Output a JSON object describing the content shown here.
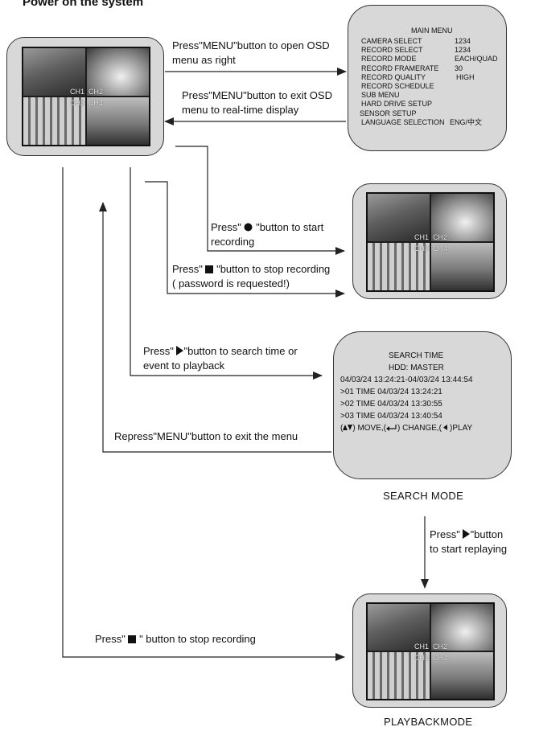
{
  "heading": "Power on the system",
  "monitors": {
    "ch_labels": [
      "CH1",
      "CH2",
      "CH3",
      "CH4"
    ]
  },
  "main_menu": {
    "title": "MAIN MENU",
    "rows": [
      {
        "label": "CAMERA SELECT",
        "value": "1234"
      },
      {
        "label": "RECORD SELECT",
        "value": "1234"
      },
      {
        "label": "RECORD MODE",
        "value": "EACH/QUAD"
      },
      {
        "label": "RECORD FRAMERATE",
        "value": "30"
      },
      {
        "label": "RECORD QUALITY",
        "value": "HIGH"
      },
      {
        "label": "RECORD SCHEDULE",
        "value": ""
      },
      {
        "label": "SUB MENU",
        "value": ""
      },
      {
        "label": "HARD DRIVE SETUP",
        "value": ""
      },
      {
        "label": "SENSOR SETUP",
        "value": ""
      },
      {
        "label": "LANGUAGE SELECTION",
        "value": "ENG/中文"
      }
    ]
  },
  "search_panel": {
    "title": "SEARCH TIME",
    "hdd": "HDD: MASTER",
    "range": "04/03/24 13:24:21-04/03/24 13:44:54",
    "entries": [
      ">01 TIME 04/03/24 13:24:21",
      ">02 TIME 04/03/24 13:30:55",
      ">03 TIME 04/03/24 13:40:54"
    ],
    "help_open": "(",
    "help_move": ") MOVE,(",
    "help_change": ") CHANGE,(",
    "help_play": ")PLAY"
  },
  "captions": {
    "search_mode": "SEARCH MODE",
    "playback_mode": "PLAYBACKMODE"
  },
  "steps": {
    "open_menu_1": "Press\"MENU\"button to open OSD",
    "open_menu_2": "menu as right",
    "exit_menu_1": "Press\"MENU\"button to exit OSD",
    "exit_menu_2": "menu to real-time display",
    "start_rec_pre": "Press\" ",
    "start_rec_post": " \"button to start",
    "start_rec_2": "recording",
    "stop_rec_pre": "Press\" ",
    "stop_rec_post": " \"button to stop recording",
    "stop_rec_2": "( password is requested!)",
    "search_pre": "Press\" ",
    "search_post": "\"button to  search time or",
    "search_2": "event to playback",
    "repress": "Repress\"MENU\"button to  exit the menu",
    "replay_pre": "Press\" ",
    "replay_post": "\"button",
    "replay_2": "to  start replaying",
    "stop_play_pre": "Press\" ",
    "stop_play_post": " \" button to  stop recording"
  },
  "colors": {
    "box_fill": "#d8d8d8",
    "line": "#222222"
  }
}
